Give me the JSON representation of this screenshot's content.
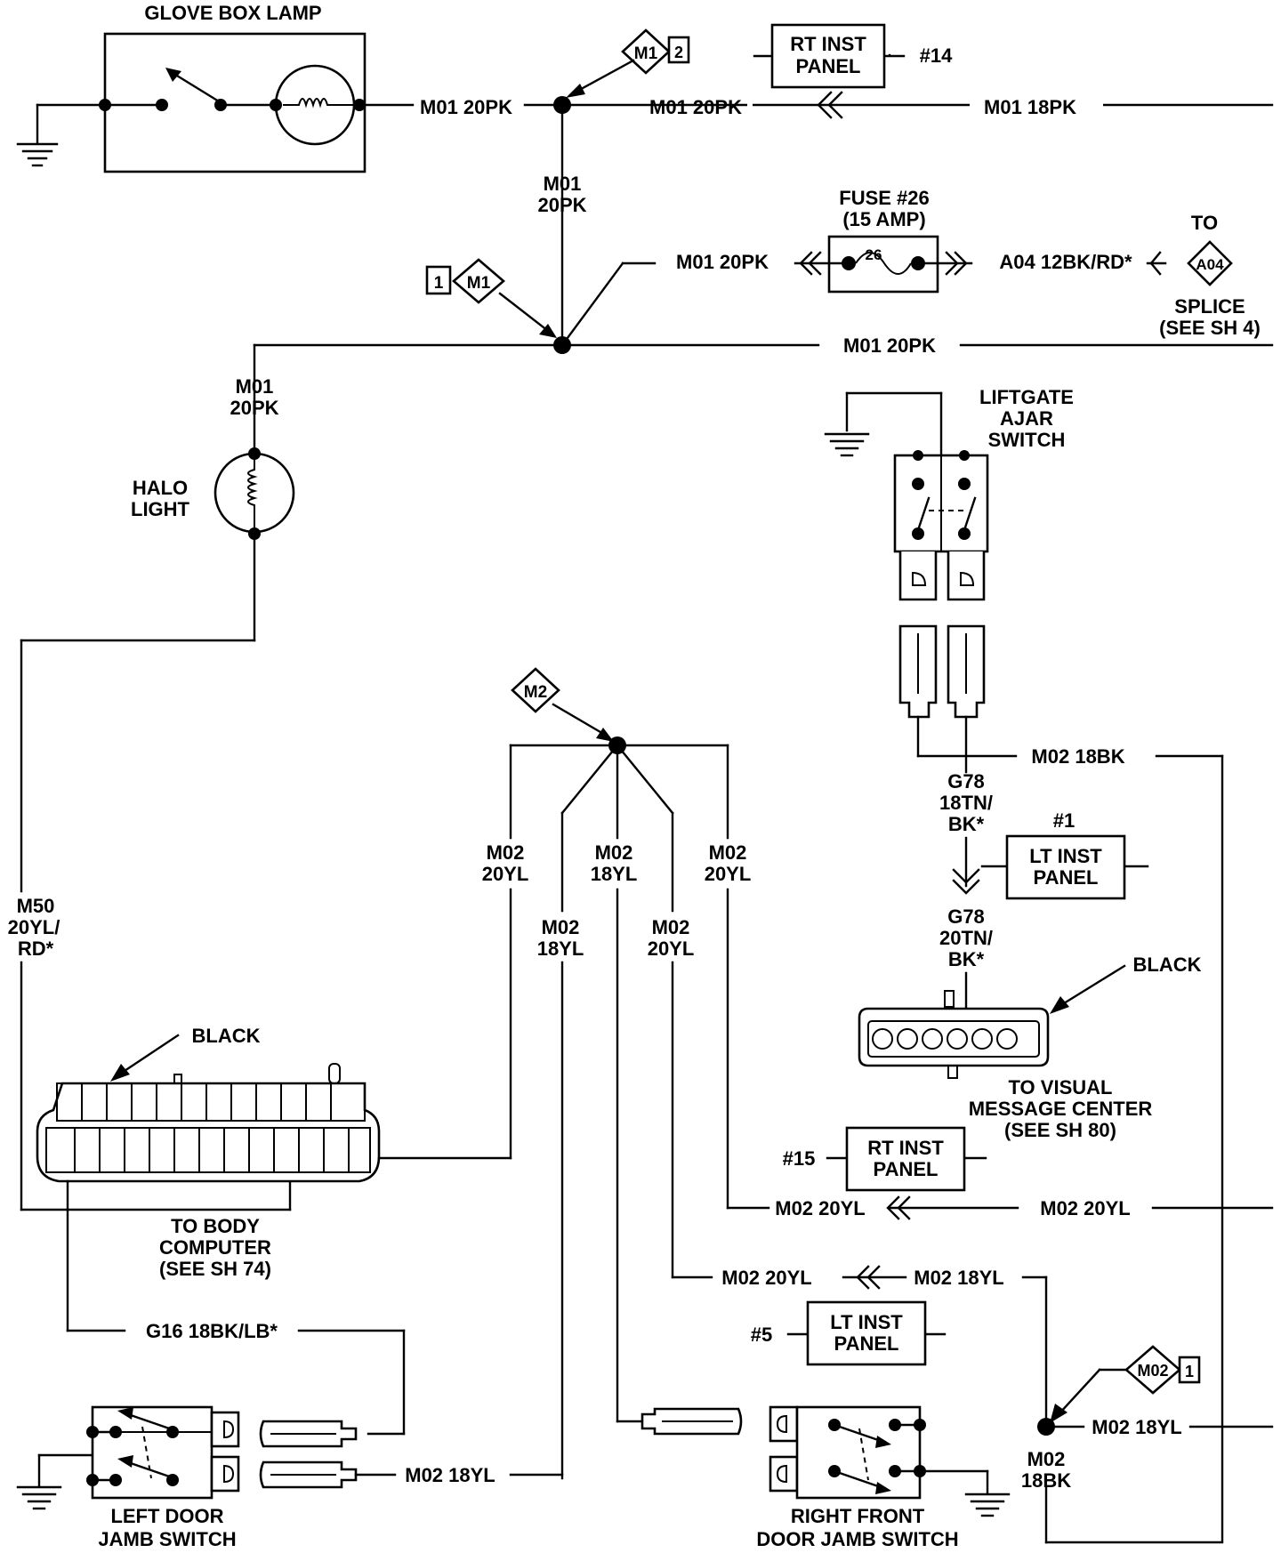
{
  "colors": {
    "ink": "#000000",
    "paper": "#ffffff"
  },
  "components": {
    "glove_box_lamp": "GLOVE BOX LAMP",
    "halo_light": [
      "HALO",
      "LIGHT"
    ],
    "liftgate_switch": [
      "LIFTGATE",
      "AJAR",
      "SWITCH"
    ],
    "fuse": [
      "FUSE #26",
      "(15 AMP)"
    ],
    "fuse_number": "26",
    "left_door_switch": [
      "LEFT DOOR",
      "JAMB SWITCH"
    ],
    "right_door_switch": [
      "RIGHT FRONT",
      "DOOR JAMB SWITCH"
    ]
  },
  "connectors": {
    "rt_inst_top": {
      "label": [
        "RT INST",
        "PANEL"
      ],
      "ref": "#14"
    },
    "lt_inst_1": {
      "label": [
        "LT INST",
        "PANEL"
      ],
      "ref": "#1"
    },
    "rt_inst_15": {
      "label": [
        "RT INST",
        "PANEL"
      ],
      "ref": "#15"
    },
    "lt_inst_5": {
      "label": [
        "LT INST",
        "PANEL"
      ],
      "ref": "#5"
    },
    "visual_message_center": {
      "color": "BLACK",
      "to": [
        "TO VISUAL",
        "MESSAGE CENTER",
        "(SEE SH 80)"
      ]
    },
    "body_computer": {
      "color": "BLACK",
      "to": [
        "TO BODY",
        "COMPUTER",
        "(SEE SH 74)"
      ]
    }
  },
  "splices": {
    "m1_top": {
      "id": "M1",
      "sheet": "2"
    },
    "m1_mid": {
      "id": "M1",
      "sheet": "1"
    },
    "m2_mid": {
      "id": "M2"
    },
    "m02_bottom": {
      "id": "M02",
      "sheet": "1"
    },
    "a04": {
      "id": "A04",
      "to": "TO",
      "note": [
        "SPLICE",
        "(SEE SH 4)"
      ]
    }
  },
  "wires": {
    "glove_out": "M01 20PK",
    "top_mid": "M01 20PK",
    "top_right": "M01 18PK",
    "vertical_m01": [
      "M01",
      "20PK"
    ],
    "fuse_in": "M01 20PK",
    "fuse_out": "A04 12BK/RD*",
    "bus_right": "M01 20PK",
    "halo_in": [
      "M01",
      "20PK"
    ],
    "m50": [
      "M50",
      "20YL/",
      "RD*"
    ],
    "m02_a": [
      "M02",
      "20YL"
    ],
    "m02_b": [
      "M02",
      "18YL"
    ],
    "m02_c": [
      "M02",
      "20YL"
    ],
    "m02_d": [
      "M02",
      "18YL"
    ],
    "m02_e": [
      "M02",
      "20YL"
    ],
    "m02_18bk_top": "M02 18BK",
    "g78_upper": [
      "G78",
      "18TN/",
      "BK*"
    ],
    "g78_lower": [
      "G78",
      "20TN/",
      "BK*"
    ],
    "rt15_left": "M02 20YL",
    "rt15_right": "M02 20YL",
    "lt5_left": "M02 20YL",
    "lt5_right": "M02 18YL",
    "g16": "G16 18BK/LB*",
    "ldoor_m02": "M02 18YL",
    "bottom_right": "M02 18YL",
    "m02_18bk_bottom": [
      "M02",
      "18BK"
    ]
  }
}
